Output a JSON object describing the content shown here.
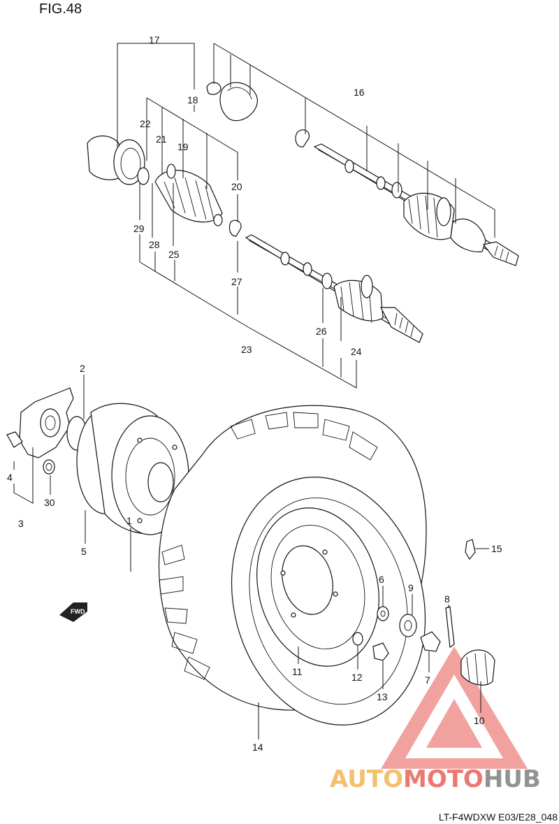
{
  "figure": {
    "title": "FIG.48",
    "code": "LT-F4WDXW E03/E28_048"
  },
  "watermark": {
    "part1": "AUTO",
    "part2": "MOTO",
    "part3": "HUB",
    "color_orange": "#f0b14a",
    "color_red": "#e8574f",
    "color_gray": "#777777"
  },
  "callouts": [
    "1",
    "2",
    "3",
    "4",
    "5",
    "6",
    "7",
    "8",
    "9",
    "10",
    "11",
    "12",
    "13",
    "14",
    "15",
    "16",
    "17",
    "18",
    "19",
    "20",
    "21",
    "22",
    "23",
    "24",
    "25",
    "26",
    "27",
    "28",
    "29",
    "30"
  ],
  "fwd_label": "FWD"
}
